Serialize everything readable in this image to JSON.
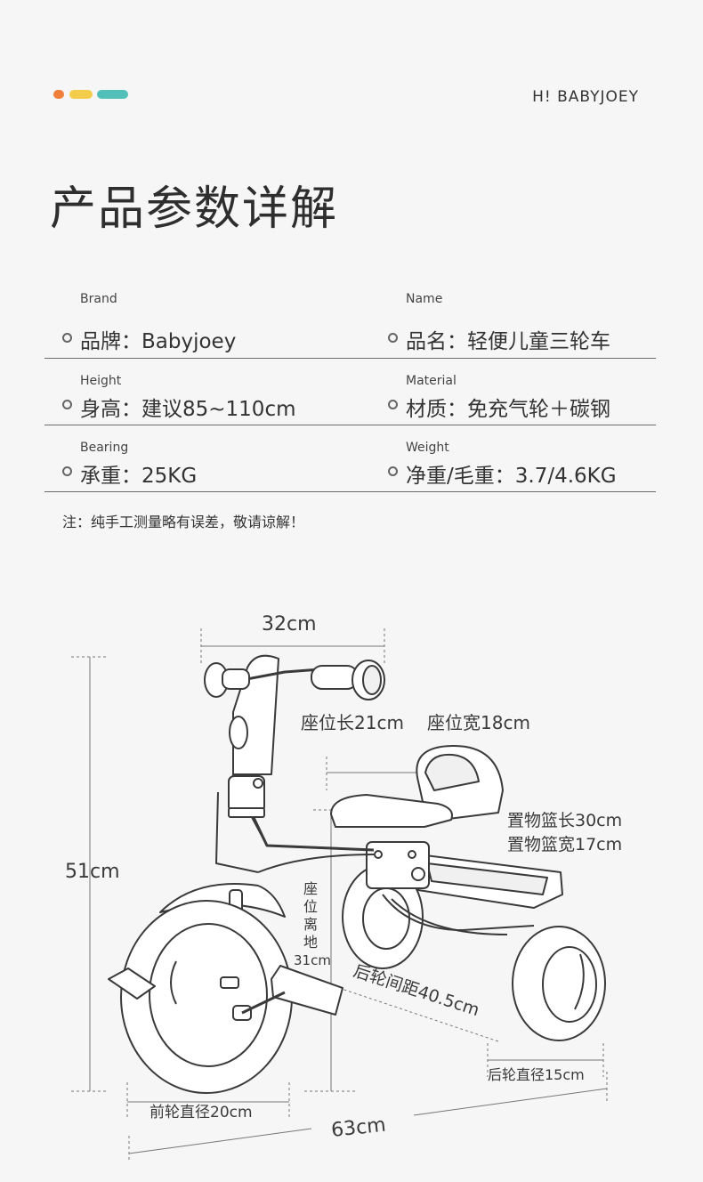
{
  "header": {
    "brand": "H! BABYJOEY",
    "dot_colors": [
      "#ef7f3b",
      "#f3cd4a",
      "#53bfb9"
    ]
  },
  "title": "产品参数详解",
  "specs": [
    {
      "en": "Brand",
      "value": "品牌：Babyjoey"
    },
    {
      "en": "Name",
      "value": "品名：轻便儿童三轮车"
    },
    {
      "en": "Height",
      "value": "身高：建议85~110cm"
    },
    {
      "en": "Material",
      "value": "材质：免充气轮＋碳钢"
    },
    {
      "en": "Bearing",
      "value": "承重：25KG"
    },
    {
      "en": "Weight",
      "value": "净重/毛重：3.7/4.6KG"
    }
  ],
  "note": "注：纯手工测量略有误差，敬请谅解！",
  "diagram": {
    "handle_width": "32cm",
    "height": "51cm",
    "seat_length": "座位长21cm",
    "seat_width": "座位宽18cm",
    "basket_length": "置物篮长30cm",
    "basket_width": "置物篮宽17cm",
    "seat_height_chars": [
      "座",
      "位",
      "离",
      "地"
    ],
    "seat_height_value": "31cm",
    "rear_wheel_distance": "后轮间距40.5cm",
    "rear_wheel_diameter": "后轮直径15cm",
    "front_wheel_diameter": "前轮直径20cm",
    "length": "63cm"
  }
}
